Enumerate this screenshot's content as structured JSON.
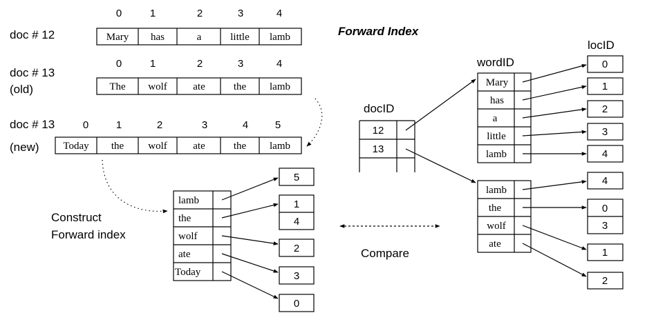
{
  "title": "Forward Index",
  "positions_12": [
    "0",
    "1",
    "2",
    "3",
    "4"
  ],
  "positions_13_old": [
    "0",
    "1",
    "2",
    "3",
    "4"
  ],
  "positions_13_new": [
    "0",
    "1",
    "2",
    "3",
    "4",
    "5"
  ],
  "doc12": {
    "label": "doc # 12",
    "words": [
      "Mary",
      "has",
      "a",
      "little",
      "lamb"
    ]
  },
  "doc13_old": {
    "label": "doc # 13",
    "sublabel": "(old)",
    "words": [
      "The",
      "wolf",
      "ate",
      "the",
      "lamb"
    ]
  },
  "doc13_new": {
    "label": "doc # 13",
    "sublabel": "(new)",
    "words": [
      "Today",
      "the",
      "wolf",
      "ate",
      "the",
      "lamb"
    ]
  },
  "construct": {
    "line1": "Construct",
    "line2": "Forward index"
  },
  "new_index": {
    "words": [
      "lamb",
      "the",
      "wolf",
      "ate",
      "Today"
    ],
    "locs": [
      "5",
      "1",
      "4",
      "2",
      "3",
      "0"
    ]
  },
  "compare_label": "Compare",
  "docid": {
    "header": "docID",
    "ids": [
      "12",
      "13"
    ]
  },
  "wordid_header": "wordID",
  "locid_header": "locID",
  "fwd12": {
    "words": [
      "Mary",
      "has",
      "a",
      "little",
      "lamb"
    ],
    "locs": [
      "0",
      "1",
      "2",
      "3",
      "4"
    ]
  },
  "fwd13": {
    "words": [
      "lamb",
      "the",
      "wolf",
      "ate"
    ],
    "locs": [
      "4",
      "0",
      "3",
      "1",
      "2"
    ]
  }
}
